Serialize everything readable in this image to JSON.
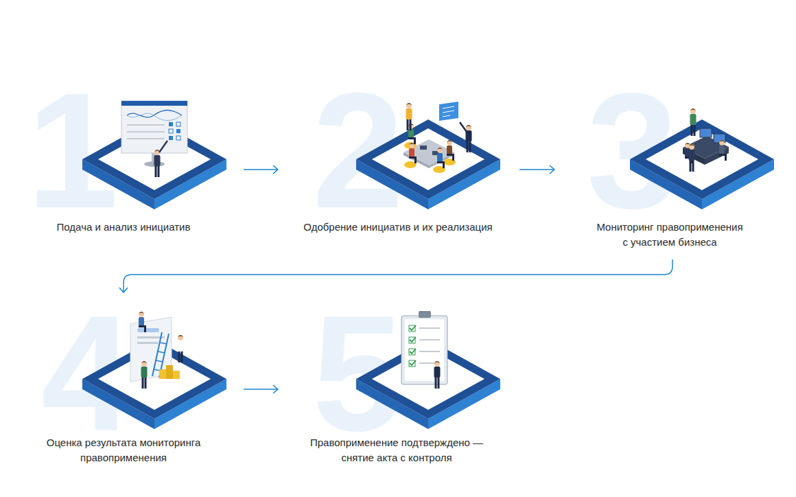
{
  "diagram": {
    "nodes": [
      {
        "text": [
          "1",
          "Подача и анализ инициатив"
        ]
      },
      {
        "text": [
          "2",
          "Одобрение инициатив и их реализация"
        ]
      },
      {
        "text": [
          "3",
          "Мониторинг правоприменения с участием бизнеса"
        ]
      },
      {
        "text": [
          "4",
          "Оценка результата мониторинга правоприменения"
        ]
      },
      {
        "text": [
          "5",
          "Правоприменение подтверждено — снятие акта с контроля"
        ]
      }
    ],
    "edges": [
      {
        "from": 0,
        "to": 1,
        "arrow": "to"
      },
      {
        "from": 1,
        "to": 2,
        "arrow": "to"
      },
      {
        "from": 2,
        "to": 3,
        "arrow": "to"
      },
      {
        "from": 3,
        "to": 4,
        "arrow": "to"
      }
    ]
  }
}
